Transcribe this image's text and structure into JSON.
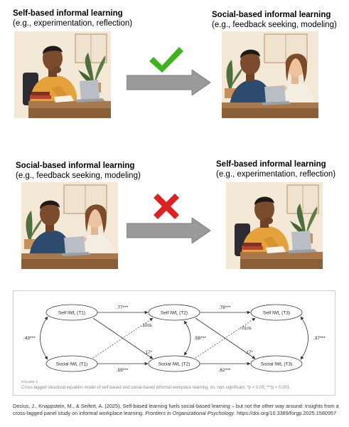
{
  "panels": [
    {
      "id": "top-left",
      "title": "Self-based informal learning",
      "subtitle": "(e.g., experimentation, reflection)"
    },
    {
      "id": "top-right",
      "title": "Social-based informal learning",
      "subtitle": "(e.g., feedback seeking, modeling)"
    },
    {
      "id": "bottom-left",
      "title": "Social-based informal learning",
      "subtitle": "(e.g., feedback seeking, modeling)"
    },
    {
      "id": "bottom-right",
      "title": "Self-based informal learning",
      "subtitle": "(e.g., experimentation, reflection)"
    }
  ],
  "relations": {
    "top": {
      "mark": "check",
      "color": "#3db51a"
    },
    "bottom": {
      "mark": "cross",
      "color": "#e02020"
    }
  },
  "colors": {
    "arrow": "#9a9a9a",
    "arrow_edge": "#7f7f7f"
  },
  "diagram": {
    "nodes": {
      "self_t1": "Self IWL (T1)",
      "self_t2": "Self IWL (T2)",
      "self_t3": "Self IWL (T3)",
      "social_t1": "Social IWL (T1)",
      "social_t2": "Social IWL (T2)",
      "social_t3": "Social IWL (T3)"
    },
    "paths": {
      "self_t1_t2": ".77***",
      "self_t2_t3": ".78***",
      "social_t1_t2": ".59***",
      "social_t2_t3": ".62***",
      "social_t1_to_self_t2": ".10ns",
      "social_t2_to_self_t3": "-.01ns",
      "self_t1_to_social_t2": ".17*",
      "self_t2_to_social_t3": ".17*",
      "cov_t1": ".43***",
      "cov_t2": ".58***",
      "cov_t3": ".37***"
    },
    "figure_label": "FIGURE 1",
    "caption": "Cross-lagged structural equation model of self-based and social-based informal workplace learning. ns, non-significant. *p < 0.05; ***p < 0.001."
  },
  "citation": {
    "text1": "Decius, J., Knappstein, M., & Seifert, A. (2025). Self-based learning fuels social-based learning – but not the other way around: Insights from a cross-lagged panel study on informal workplace learning.",
    "journal": "Frontiers in Organizational Psychology",
    "text2": ". https://doi.org/10.3389/forgp.2025.1580957"
  }
}
